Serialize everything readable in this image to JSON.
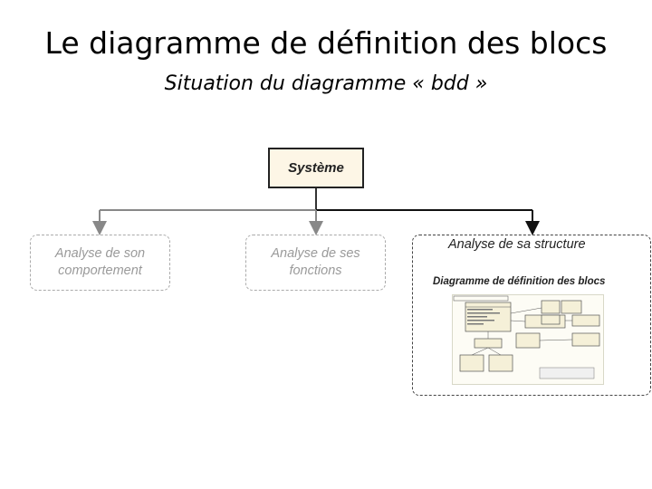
{
  "header": {
    "title": "Le diagramme de définition des blocs",
    "subtitle": "Situation du diagramme « bdd »"
  },
  "diagram": {
    "root": {
      "label": "Système"
    },
    "branches": [
      {
        "label_line1": "Analyse de son",
        "label_line2": "comportement",
        "active": false
      },
      {
        "label_line1": "Analyse de ses",
        "label_line2": "fonctions",
        "active": false
      },
      {
        "label": "Analyse de sa structure",
        "sublabel": "Diagramme de définition des blocs",
        "active": true
      }
    ]
  },
  "colors": {
    "root_fill": "#fdf6e6",
    "inactive": "#aaaaaa",
    "active": "#222222"
  }
}
